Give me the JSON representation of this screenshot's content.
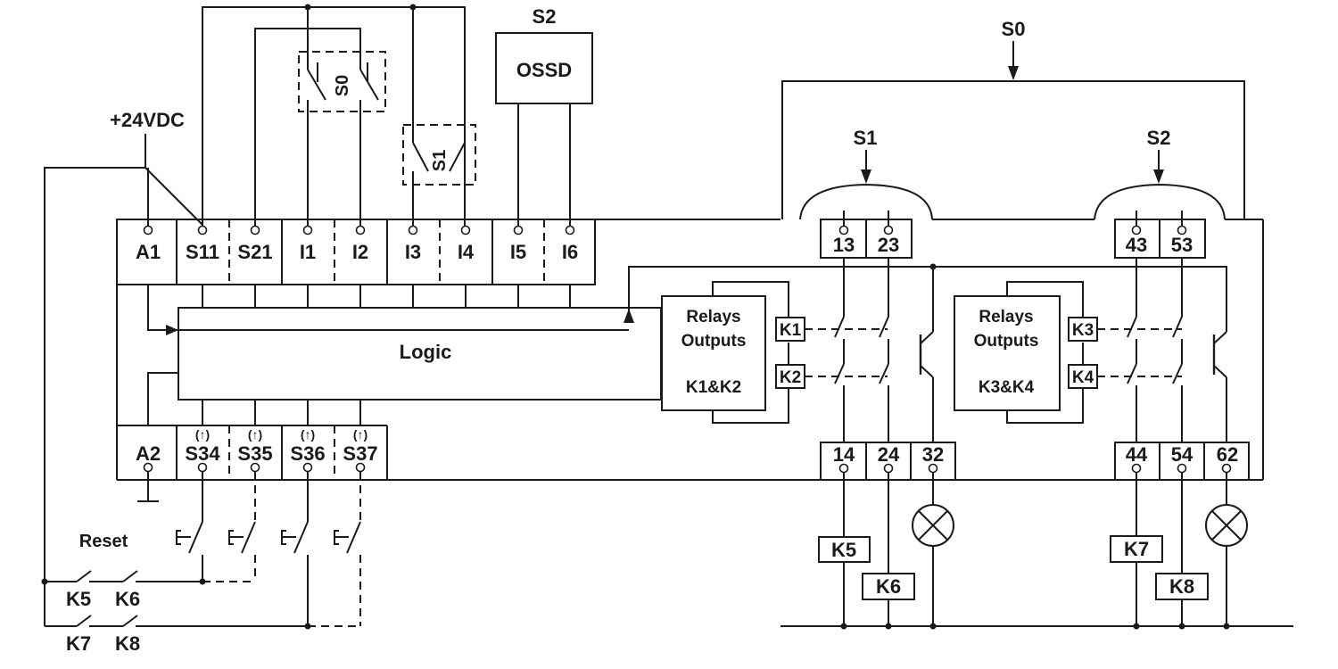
{
  "supply_label": "+24VDC",
  "top_terminals": [
    "A1",
    "S11",
    "S21",
    "I1",
    "I2",
    "I3",
    "I4",
    "I5",
    "I6"
  ],
  "bottom_terminals": [
    "A2",
    "S34",
    "S35",
    "S36",
    "S37"
  ],
  "bottom_terminal_marks": [
    "(↑)",
    "(↑)",
    "(↑)",
    "(↑)"
  ],
  "switch_labels": {
    "s0": "S0",
    "s1": "S1"
  },
  "ossd": {
    "label": "S2",
    "box_text": "OSSD"
  },
  "logic_label": "Logic",
  "relay_group_1": {
    "title_line1": "Relays",
    "title_line2": "Outputs",
    "relays": "K1&K2",
    "k_top": "K1",
    "k_bottom": "K2"
  },
  "relay_group_2": {
    "title_line1": "Relays",
    "title_line2": "Outputs",
    "relays": "K3&K4",
    "k_top": "K3",
    "k_bottom": "K4"
  },
  "output_pointers": {
    "s0": "S0",
    "s1": "S1",
    "s2": "S2"
  },
  "output_top_terminals_1": [
    "13",
    "23"
  ],
  "output_top_terminals_2": [
    "43",
    "53"
  ],
  "output_bottom_terminals_1": [
    "14",
    "24",
    "32"
  ],
  "output_bottom_terminals_2": [
    "44",
    "54",
    "62"
  ],
  "loads_1": [
    "K5",
    "K6"
  ],
  "loads_2": [
    "K7",
    "K8"
  ],
  "reset_label": "Reset",
  "feedback_contacts": {
    "row1": [
      "K5",
      "K6"
    ],
    "row2": [
      "K7",
      "K8"
    ]
  }
}
